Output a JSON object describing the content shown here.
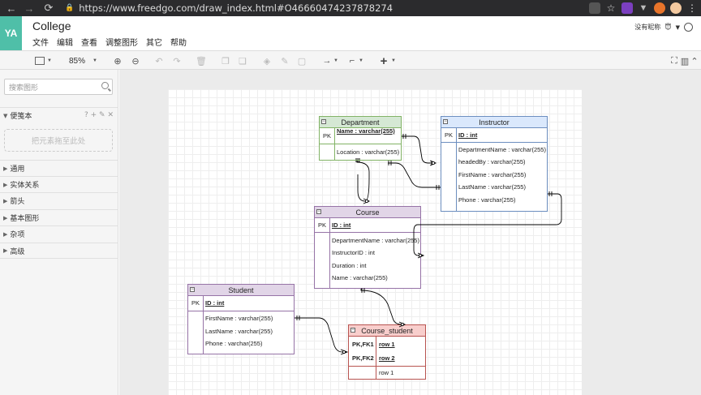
{
  "browser": {
    "url": "https://www.freedgo.com/draw_index.html#O46660474237878274",
    "nav_back": "←",
    "nav_forward": "→",
    "reload": "⟳",
    "star": "☆",
    "more": "⋮"
  },
  "app": {
    "logo": "YA",
    "title": "College",
    "menu": [
      "文件",
      "编辑",
      "查看",
      "调整图形",
      "其它",
      "帮助"
    ],
    "user_name": "没有昵称",
    "user_emoji": "😇"
  },
  "toolbar": {
    "zoom": "85%"
  },
  "sidebar": {
    "search_placeholder": "搜索图形",
    "scratchpad_title": "便笺本",
    "scratchpad_tools": "? + ✎ ✕",
    "dropzone": "把元素拖至此处",
    "sections": [
      "通用",
      "实体关系",
      "箭头",
      "基本图形",
      "杂项",
      "高级"
    ]
  },
  "colors": {
    "department_fill": "#d5e8d4",
    "department_stroke": "#82b366",
    "instructor_fill": "#dae8fc",
    "instructor_stroke": "#6c8ebf",
    "course_fill": "#e1d5e7",
    "course_stroke": "#9673a6",
    "course_student_fill": "#f8cecc",
    "course_student_stroke": "#b85450"
  },
  "diagram": {
    "department": {
      "title": "Department",
      "pk_label": "PK",
      "pk_field": "Name : varchar(255)",
      "fields": [
        "Location : varchar(255)"
      ]
    },
    "instructor": {
      "title": "Instructor",
      "pk_label": "PK",
      "pk_field": "ID : int",
      "fields": [
        "DepartmentName : varchar(255)",
        "headedBy : varchar(255)",
        "FirstName : varchar(255)",
        "LastName : varchar(255)",
        "Phone : varchar(255)"
      ]
    },
    "course": {
      "title": "Course",
      "pk_label": "PK",
      "pk_field": "ID : int",
      "fields": [
        "DepartmentName : varchar(255)",
        "InstructorID : int",
        "Duration : int",
        "Name : varchar(255)"
      ]
    },
    "student": {
      "title": "Student",
      "pk_label": "PK",
      "pk_field": "ID : int",
      "fields": [
        "FirstName : varchar(255)",
        "LastName : varchar(255)",
        "Phone : varchar(255)"
      ]
    },
    "course_student": {
      "title": "Course_student",
      "keys": [
        {
          "label": "PK,FK1",
          "field": "row 1"
        },
        {
          "label": "PK,FK2",
          "field": "row 2"
        }
      ],
      "fields": [
        "row 1"
      ]
    }
  }
}
